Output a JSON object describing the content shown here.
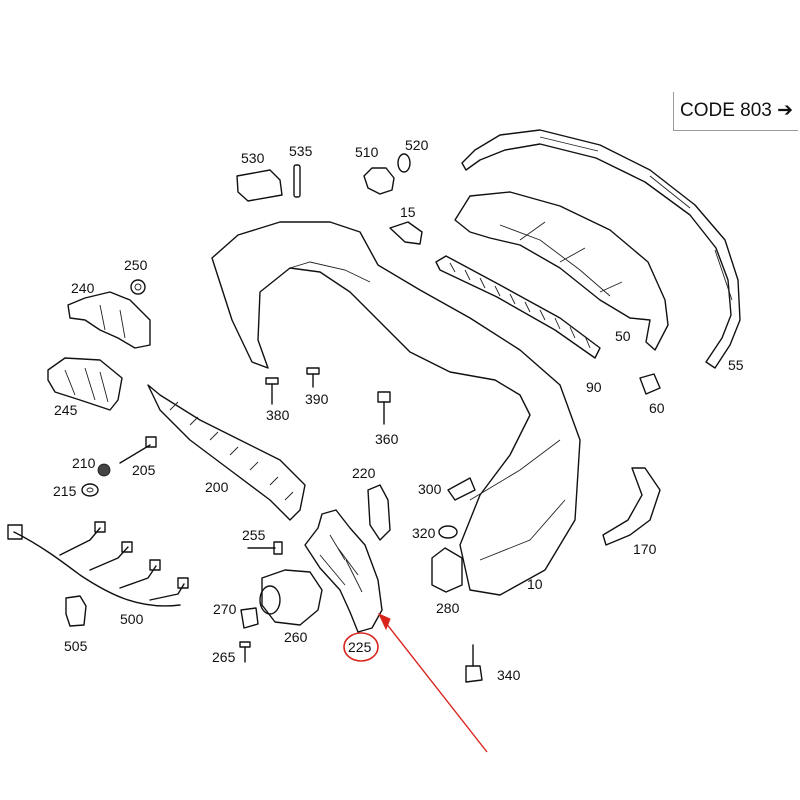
{
  "code_label": "CODE 803",
  "code_arrow": "➔",
  "parts": [
    "10",
    "15",
    "50",
    "55",
    "60",
    "90",
    "170",
    "200",
    "205",
    "210",
    "215",
    "220",
    "225",
    "240",
    "245",
    "250",
    "255",
    "260",
    "265",
    "270",
    "280",
    "300",
    "320",
    "340",
    "360",
    "380",
    "390",
    "500",
    "505",
    "510",
    "520",
    "530",
    "535"
  ],
  "highlighted_part": "225",
  "colors": {
    "highlight": "#d9241c",
    "line": "#111111"
  }
}
